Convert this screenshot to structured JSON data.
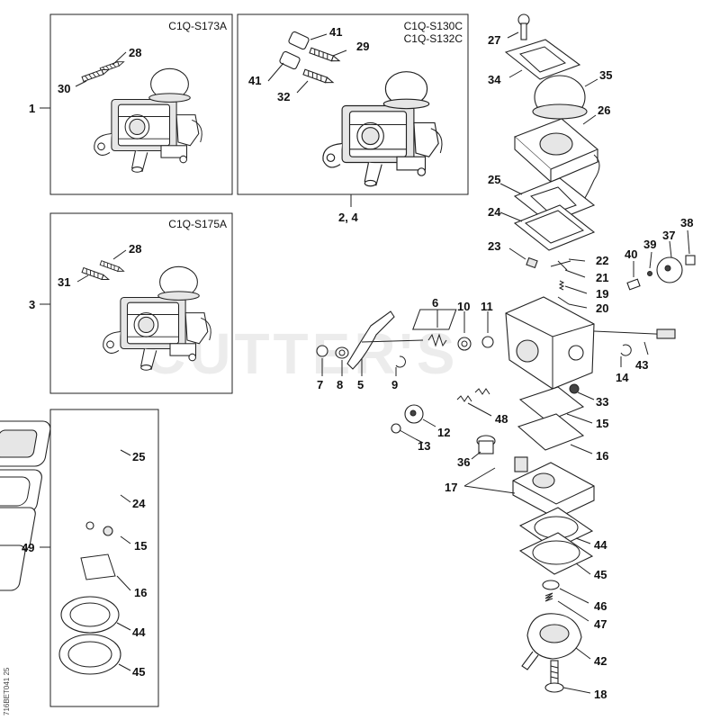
{
  "watermark": "CUTTER'S",
  "side_code": "716BET041 25",
  "boxes": {
    "box1": {
      "code": "C1Q-S173A"
    },
    "box2": {
      "code_line1": "C1Q-S130C",
      "code_line2": "C1Q-S132C"
    },
    "box3": {
      "code": "C1Q-S175A"
    }
  },
  "labels": {
    "n1": "1",
    "n2_4": "2, 4",
    "n3": "3",
    "n5": "5",
    "n6": "6",
    "n7": "7",
    "n8": "8",
    "n9": "9",
    "n10": "10",
    "n11": "11",
    "n12": "12",
    "n13": "13",
    "n14": "14",
    "n15": "15",
    "n16": "16",
    "n17": "17",
    "n18": "18",
    "n19": "19",
    "n20": "20",
    "n21": "21",
    "n22": "22",
    "n23": "23",
    "n24": "24",
    "n25": "25",
    "n26": "26",
    "n27": "27",
    "n28a": "28",
    "n28b": "28",
    "n29": "29",
    "n30": "30",
    "n31": "31",
    "n32": "32",
    "n33": "33",
    "n34": "34",
    "n35": "35",
    "n36": "36",
    "n37": "37",
    "n38": "38",
    "n39": "39",
    "n40": "40",
    "n41a": "41",
    "n41b": "41",
    "n42": "42",
    "n43": "43",
    "n44": "44",
    "n45": "45",
    "n46": "46",
    "n47": "47",
    "n48": "48",
    "n49": "49",
    "k25": "25",
    "k24": "24",
    "k15": "15",
    "k16": "16",
    "k44": "44",
    "k45": "45"
  }
}
